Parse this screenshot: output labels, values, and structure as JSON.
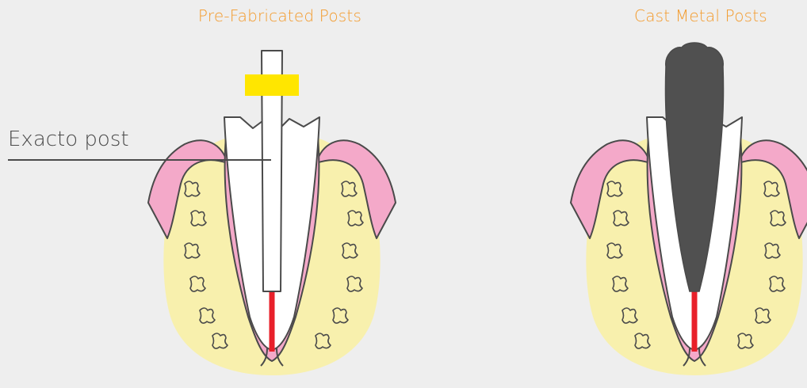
{
  "colors": {
    "background": "#eeeeee",
    "title": "#f39a2b",
    "outline": "#4a4a4a",
    "bone": "#f8f0ad",
    "gum": "#f4a9c9",
    "gum_line": "#d98cb0",
    "tooth": "#ffffff",
    "cast_post": "#505050",
    "gutta_percha": "#e8202a",
    "prefab_collar": "#ffe600"
  },
  "diagram": {
    "left_panel": {
      "title": "Pre-Fabricated Posts",
      "post_type": "prefabricated",
      "callout": "Exacto post"
    },
    "right_panel": {
      "title": "Cast Metal Posts",
      "post_type": "cast-metal"
    }
  }
}
